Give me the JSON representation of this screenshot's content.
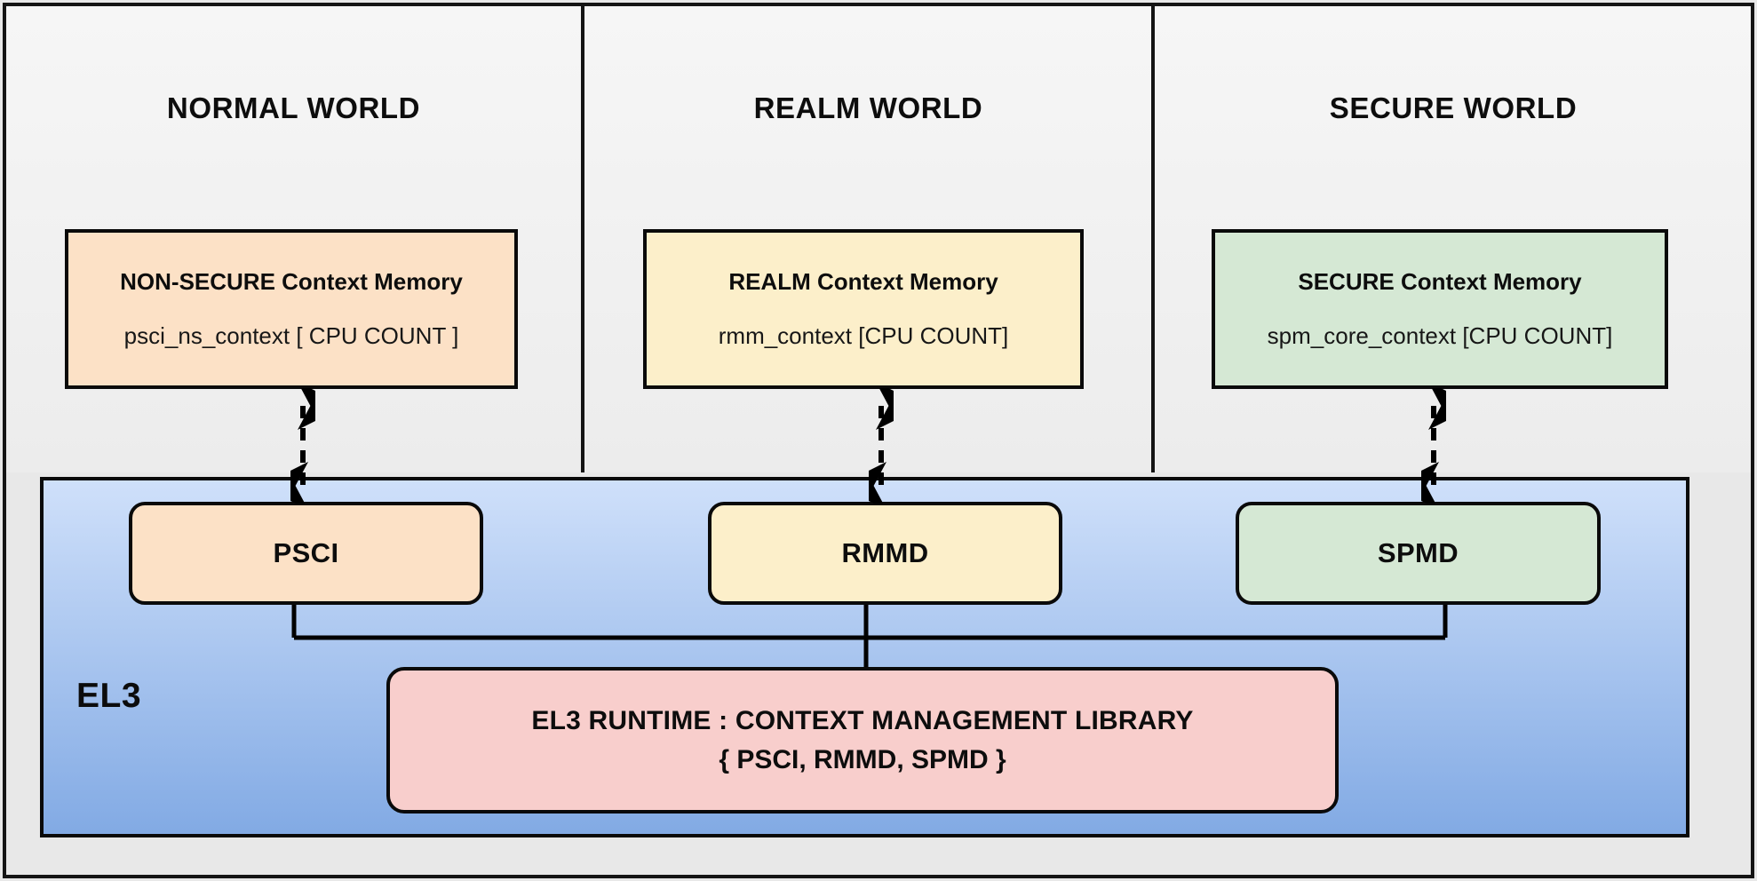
{
  "diagram": {
    "title_worlds": [
      {
        "id": "normal",
        "label": "NORMAL WORLD"
      },
      {
        "id": "realm",
        "label": "REALM WORLD"
      },
      {
        "id": "secure",
        "label": "SECURE WORLD"
      }
    ],
    "context_memories": [
      {
        "id": "non-secure",
        "title": "NON-SECURE Context Memory",
        "variable": "psci_ns_context  [ CPU COUNT ]",
        "color": "#FCE1C6"
      },
      {
        "id": "realm",
        "title": "REALM Context Memory",
        "variable": "rmm_context [CPU COUNT]",
        "color": "#FCEFCA"
      },
      {
        "id": "secure",
        "title": "SECURE Context Memory",
        "variable": "spm_core_context  [CPU COUNT]",
        "color": "#D5E8D4"
      }
    ],
    "el3": {
      "label": "EL3",
      "panel_gradient_from": "#CFE0FA",
      "panel_gradient_to": "#82AAE4",
      "dispatchers": [
        {
          "id": "psci",
          "label": "PSCI",
          "color": "#FCE1C6"
        },
        {
          "id": "rmmd",
          "label": "RMMD",
          "color": "#FCEFCA"
        },
        {
          "id": "spmd",
          "label": "SPMD",
          "color": "#D5E8D4"
        }
      ],
      "runtime": {
        "line1": "EL3 RUNTIME : CONTEXT MANAGEMENT LIBRARY",
        "line2": "{ PSCI, RMMD, SPMD }",
        "color": "#F8CECC"
      }
    },
    "connectors": {
      "arrow_style": "dashed-double-headed",
      "arrow_color": "#000000",
      "tree_color": "#000000"
    }
  }
}
